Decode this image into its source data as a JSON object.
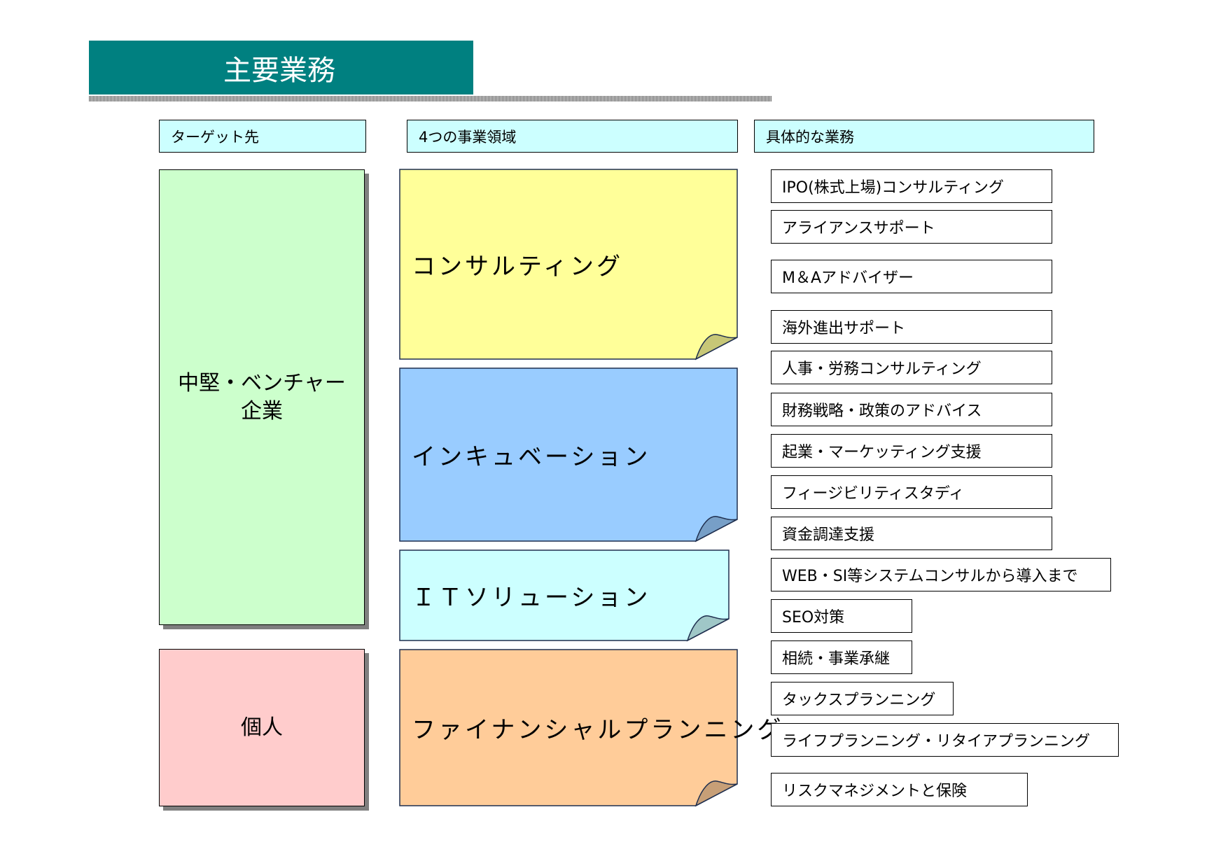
{
  "title": "主要業務",
  "headers": {
    "target": "ターゲット先",
    "domains": "4つの事業領域",
    "tasks": "具体的な業務"
  },
  "targets": [
    {
      "line1": "中堅・ベンチャー",
      "line2": "企業",
      "color": "#ccffcc"
    },
    {
      "line1": "個人",
      "line2": "",
      "color": "#ffcccc"
    }
  ],
  "domains": [
    {
      "label": "コンサルティング",
      "color": "#ffff99"
    },
    {
      "label": "インキュベーション",
      "color": "#99ccff"
    },
    {
      "label": "ＩＴソリューション",
      "color": "#ccffff"
    },
    {
      "label": "ファイナンシャルプランニング",
      "color": "#ffcc99"
    }
  ],
  "tasks": [
    "IPO(株式上場)コンサルティング",
    "アライアンスサポート",
    "M＆Aアドバイザー",
    "海外進出サポート",
    "人事・労務コンサルティング",
    "財務戦略・政策のアドバイス",
    "起業・マーケッティング支援",
    "フィージビリティスタディ",
    "資金調達支援",
    "WEB・SI等システムコンサルから導入まで",
    "SEO対策",
    "相続・事業承継",
    "タックスプランニング",
    "ライフプランニング・リタイアプランニング",
    "リスクマネジメントと保険"
  ]
}
